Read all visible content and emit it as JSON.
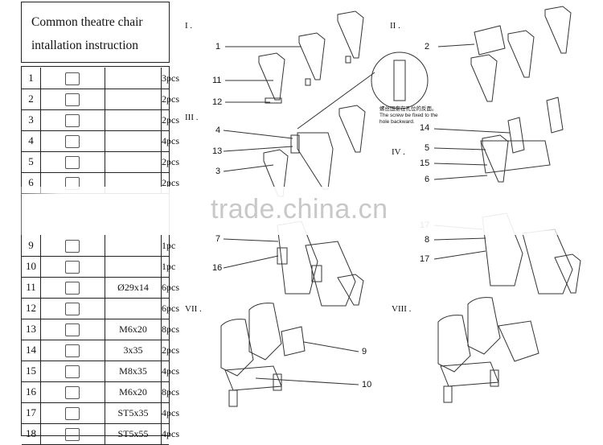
{
  "title": {
    "line1": "Common theatre chair",
    "line2": "intallation instruction"
  },
  "parts": [
    {
      "num": "1",
      "spec": "",
      "qty": "3pcs",
      "icon": "chair-side-icon"
    },
    {
      "num": "2",
      "spec": "",
      "qty": "2pcs",
      "icon": "panel-icon"
    },
    {
      "num": "3",
      "spec": "",
      "qty": "2pcs",
      "icon": "panel-icon"
    },
    {
      "num": "4",
      "spec": "",
      "qty": "4pcs",
      "icon": "bracket-icon"
    },
    {
      "num": "5",
      "spec": "",
      "qty": "2pcs",
      "icon": "seat-cushion-icon"
    },
    {
      "num": "6",
      "spec": "",
      "qty": "2pcs",
      "icon": "rod-icon"
    },
    {
      "num": "9",
      "spec": "",
      "qty": "1pc",
      "icon": "panel-icon"
    },
    {
      "num": "10",
      "spec": "",
      "qty": "1pc",
      "icon": "panel-icon"
    },
    {
      "num": "11",
      "spec": "Ø29x14",
      "qty": "6pcs",
      "icon": "cap-icon"
    },
    {
      "num": "12",
      "spec": "",
      "qty": "6pcs",
      "icon": "bolt-icon"
    },
    {
      "num": "13",
      "spec": "M6x20",
      "qty": "8pcs",
      "icon": "screw-icon"
    },
    {
      "num": "14",
      "spec": "3x35",
      "qty": "2pcs",
      "icon": "pin-icon"
    },
    {
      "num": "15",
      "spec": "M8x35",
      "qty": "4pcs",
      "icon": "bolt-icon"
    },
    {
      "num": "16",
      "spec": "M6x20",
      "qty": "8pcs",
      "icon": "screw-icon"
    },
    {
      "num": "17",
      "spec": "ST5x35",
      "qty": "4pcs",
      "icon": "tapping-screw-icon"
    },
    {
      "num": "18",
      "spec": "ST5x55",
      "qty": "4pcs",
      "icon": "tapping-screw-icon"
    }
  ],
  "steps": [
    "I .",
    "II .",
    "III .",
    "IV .",
    "VII .",
    "VIII ."
  ],
  "callouts": {
    "s1": [
      "1",
      "11",
      "12"
    ],
    "s2": [
      "2"
    ],
    "s3": [
      "4",
      "13",
      "3"
    ],
    "s4": [
      "14",
      "5",
      "15",
      "6"
    ],
    "s5": [
      "7",
      "16"
    ],
    "s6": [
      "17",
      "8",
      "17"
    ],
    "s7": [
      "9",
      "10"
    ]
  },
  "screw_note": {
    "cn": "螺丝固定在孔位的反面。",
    "en1": "The screw be fixed to the",
    "en2": "hole backward."
  },
  "watermark": "trade.china.cn"
}
